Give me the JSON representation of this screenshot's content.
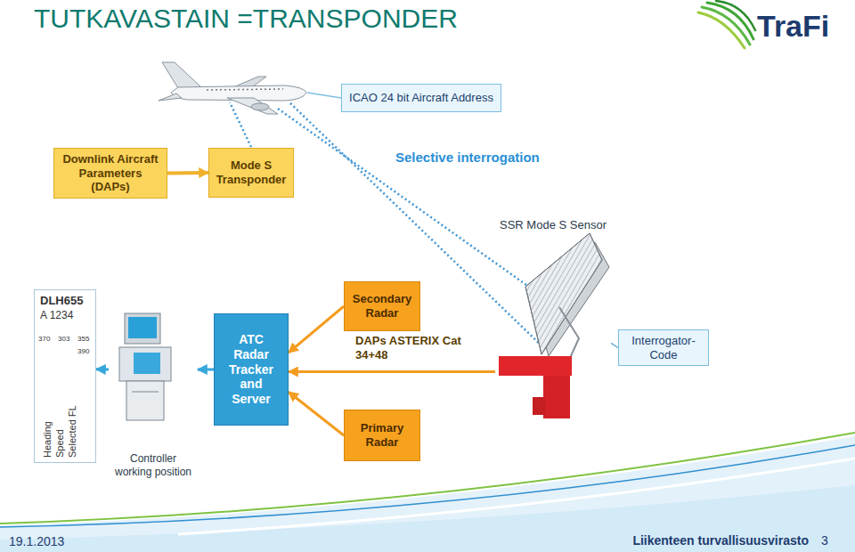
{
  "diagram": {
    "title": "TUTKAVASTAIN =TRANSPONDER",
    "nodes": [
      {
        "text": [
          "ICAO 24 bit Aircraft Address"
        ]
      },
      {
        "text": [
          "Downlink Aircraft Parameters (DAPs)"
        ]
      },
      {
        "text": [
          "Mode S Transponder"
        ]
      },
      {
        "text": [
          "SSR Mode S Sensor"
        ]
      },
      {
        "text": [
          "DLH655",
          "A 1234",
          "370",
          "303",
          "355",
          "390",
          "Heading",
          "Speed",
          "Selected FL"
        ]
      },
      {
        "text": [
          "Secondary Radar"
        ]
      },
      {
        "text": [
          "Interrogator-Code"
        ]
      },
      {
        "text": [
          "ATC Radar Tracker and Server"
        ]
      },
      {
        "text": [
          "Controller working position"
        ]
      },
      {
        "text": [
          "Primary Radar"
        ]
      }
    ],
    "edges": [
      {
        "from": 1,
        "to": 2,
        "arrow": "to"
      },
      {
        "from": 6,
        "to": 3,
        "arrow": "none"
      },
      {
        "from": 5,
        "to": 7,
        "arrow": "to"
      },
      {
        "from": 3,
        "to": 7,
        "label": "DAPs ASTERIX Cat 34+48",
        "arrow": "to"
      },
      {
        "from": 9,
        "to": 7,
        "arrow": "to"
      },
      {
        "from": 7,
        "to": 8,
        "arrow": "to"
      },
      {
        "from": 8,
        "to": 4,
        "arrow": "to"
      }
    ],
    "labels": [
      "Selective interrogation",
      "TraFi",
      "19.1.2013",
      "Liikenteen turvallisuusvirasto",
      "3"
    ]
  }
}
